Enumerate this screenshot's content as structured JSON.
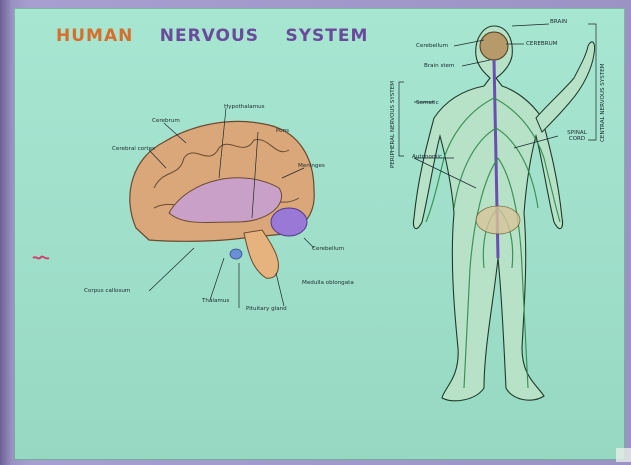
{
  "poster": {
    "title_word1": "HUMAN",
    "title_word2": "NERVOUS",
    "title_word3": "SYSTEM",
    "colors": {
      "paper": "#a5e3cf",
      "brain_outline": "#7a5a3a",
      "body_green": "#2f8a4a"
    }
  },
  "brain_labels": {
    "cerebrum": "Cerebrum",
    "hypothalamus": "Hypothalamus",
    "cerebral_cortex": "Cerebral cortex",
    "pons": "Pons",
    "meninges": "Meninges",
    "cerebellum": "Cerebellum",
    "corpus_callosum": "Corpus callosum",
    "thalamus": "Thalamus",
    "pituitary_gland": "Pituitary gland",
    "medulla_oblongata": "Medulla oblongata"
  },
  "body_labels": {
    "brain": "BRAIN",
    "cerebellum": "Cerebellum",
    "cerebrum": "CEREBRUM",
    "brain_stem": "Brain stem",
    "somatic": "Somatic",
    "autonomic": "Autonomic",
    "spinal_cord": "SPINAL CORD",
    "central_nervous_system": "CENTRAL NERVOUS SYSTEM",
    "peripheral_nervous_system": "PERIPHERAL NERVOUS SYSTEM"
  }
}
